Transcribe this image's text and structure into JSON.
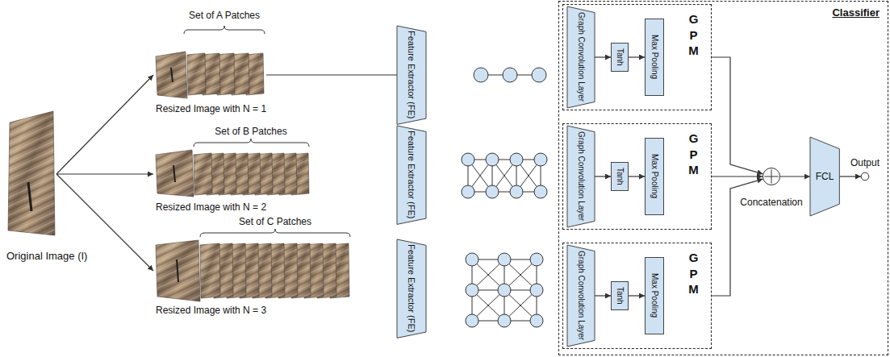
{
  "diagram": {
    "nodes": [
      {
        "text": [
          "Original Image (I)"
        ]
      },
      {
        "text": [
          "Resized Image with N = 1"
        ]
      },
      {
        "text": [
          "Resized Image with N = 2"
        ]
      },
      {
        "text": [
          "Resized Image with N = 3"
        ]
      },
      {
        "text": [
          "Feature Extractor (FE)"
        ]
      },
      {
        "text": [
          "Feature Extractor (FE)"
        ]
      },
      {
        "text": [
          "Feature Extractor (FE)"
        ]
      },
      {
        "text": [
          "Classifier"
        ]
      },
      {
        "text": [
          "G P M"
        ],
        "in": 7
      },
      {
        "text": [
          "Graph Convolution Layer"
        ],
        "in": 8
      },
      {
        "text": [
          "Tanh"
        ],
        "in": 8
      },
      {
        "text": [
          "Max Pooling"
        ],
        "in": 8
      },
      {
        "text": [
          "G P M"
        ],
        "in": 7
      },
      {
        "text": [
          "Graph Convolution Layer"
        ],
        "in": 12
      },
      {
        "text": [
          "Tanh"
        ],
        "in": 12
      },
      {
        "text": [
          "Max Pooling"
        ],
        "in": 12
      },
      {
        "text": [
          "G P M"
        ],
        "in": 7
      },
      {
        "text": [
          "Graph Convolution Layer"
        ],
        "in": 16
      },
      {
        "text": [
          "Tanh"
        ],
        "in": 16
      },
      {
        "text": [
          "Max Pooling"
        ],
        "in": 16
      },
      {
        "text": [
          "Concatenation"
        ],
        "in": 7
      },
      {
        "text": [
          "FCL"
        ],
        "in": 7
      },
      {
        "text": [
          "Output"
        ],
        "in": 7
      }
    ],
    "edges": [
      {
        "from": 0,
        "to": 1,
        "arrow": "to"
      },
      {
        "from": 0,
        "to": 2,
        "arrow": "to"
      },
      {
        "from": 0,
        "to": 3,
        "arrow": "to"
      },
      {
        "from": 1,
        "to": 4,
        "arrow": "none"
      },
      {
        "from": 9,
        "to": 10,
        "arrow": "to"
      },
      {
        "from": 10,
        "to": 11,
        "arrow": "to"
      },
      {
        "from": 13,
        "to": 14,
        "arrow": "to"
      },
      {
        "from": 14,
        "to": 15,
        "arrow": "to"
      },
      {
        "from": 17,
        "to": 18,
        "arrow": "to"
      },
      {
        "from": 18,
        "to": 19,
        "arrow": "to"
      },
      {
        "from": 8,
        "to": 20,
        "arrow": "to"
      },
      {
        "from": 12,
        "to": 20,
        "arrow": "to"
      },
      {
        "from": 16,
        "to": 20,
        "arrow": "to"
      },
      {
        "from": 20,
        "to": 21,
        "arrow": "to"
      },
      {
        "from": 21,
        "to": 22,
        "arrow": "to"
      }
    ],
    "labels": [
      "Set of A Patches",
      "Set of B Patches",
      "Set of C Patches"
    ]
  }
}
